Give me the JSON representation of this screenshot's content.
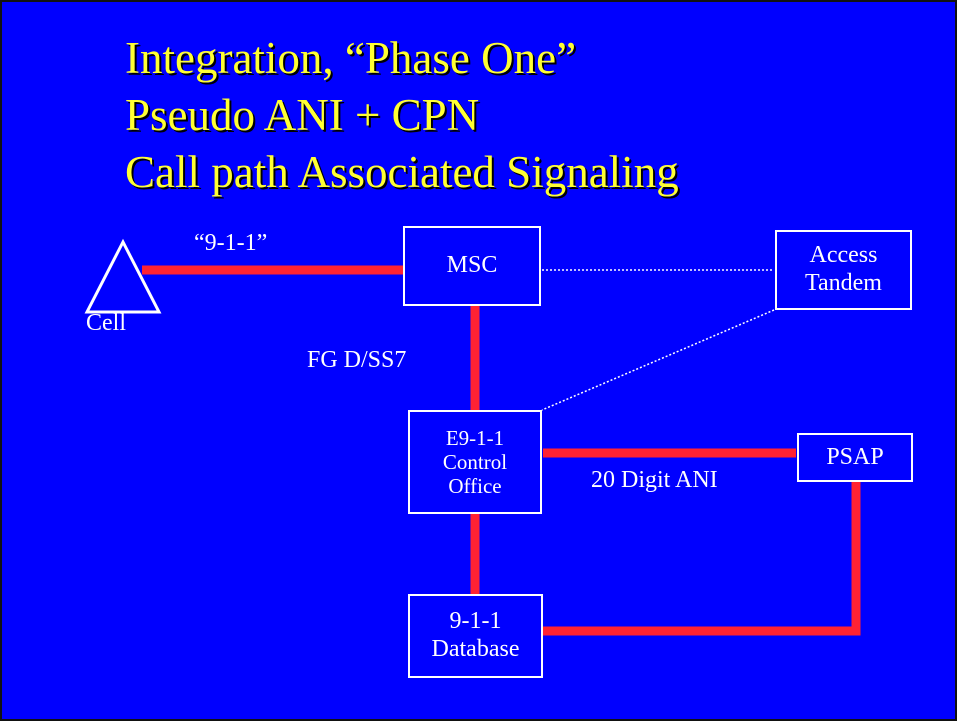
{
  "colors": {
    "background": "#0000ff",
    "title": "#ffff33",
    "text": "#ffffff",
    "box_border": "#ffffff",
    "signal_path": "#ff2233",
    "dotted_link": "#ffffff",
    "title_shadow": "#000000"
  },
  "title": {
    "line1": "Integration, “Phase One”",
    "line2": "Pseudo ANI + CPN",
    "line3": "Call path Associated Signaling"
  },
  "nodes": {
    "cell": {
      "label": "Cell",
      "icon": "triangle-icon"
    },
    "msc": {
      "label": "MSC"
    },
    "access_tandem": {
      "line1": "Access",
      "line2": "Tandem"
    },
    "control_office": {
      "line1": "E9-1-1",
      "line2": "Control",
      "line3": "Office"
    },
    "psap": {
      "label": "PSAP"
    },
    "database": {
      "line1": "9-1-1",
      "line2": "Database"
    }
  },
  "links": {
    "cell_msc": {
      "label": "“9-1-1”",
      "style": "solid"
    },
    "msc_control": {
      "label": "FG D/SS7",
      "style": "solid"
    },
    "control_psap": {
      "label": "20 Digit ANI",
      "style": "solid"
    },
    "database_psap": {
      "label": "",
      "style": "solid"
    },
    "control_database": {
      "label": "",
      "style": "solid"
    },
    "msc_tandem": {
      "label": "",
      "style": "dotted"
    },
    "tandem_control": {
      "label": "",
      "style": "dotted"
    }
  }
}
